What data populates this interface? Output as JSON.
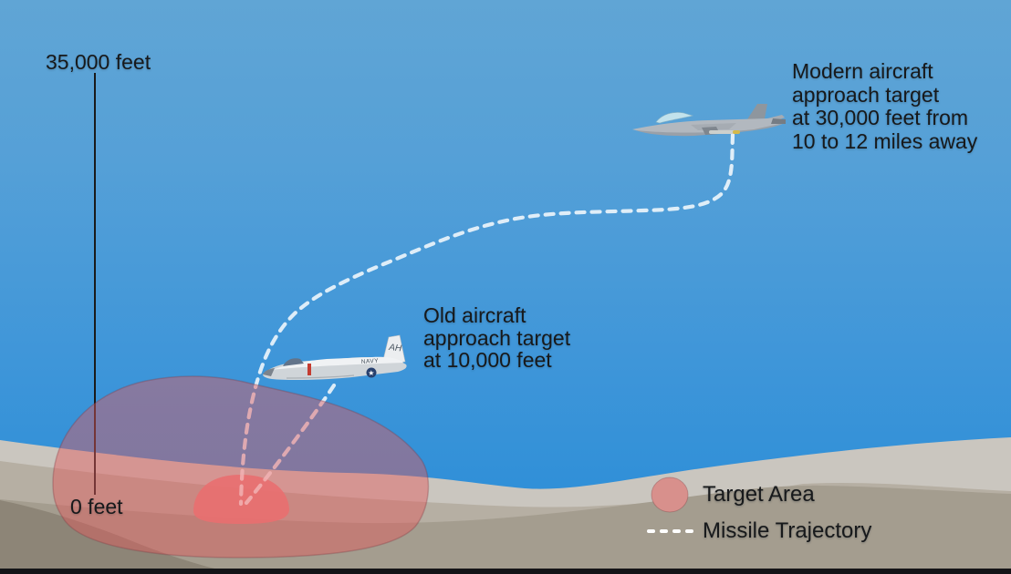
{
  "diagram": {
    "altitude_axis": {
      "top_label": "35,000 feet",
      "bottom_label": "0 feet"
    },
    "annotations": {
      "modern_aircraft": {
        "lines": [
          "Modern aircraft",
          "approach target",
          "at 30,000 feet from",
          "10 to 12 miles away"
        ]
      },
      "old_aircraft": {
        "lines": [
          "Old aircraft",
          "approach target",
          "at 10,000 feet"
        ]
      }
    },
    "aircraft": {
      "modern": {
        "type": "modern-fighter-jet"
      },
      "old": {
        "type": "old-attack-jet",
        "tail_marking": "AH",
        "fuselage_marking": "NAVY"
      }
    },
    "legend": {
      "items": [
        {
          "id": "target-area",
          "label": "Target Area",
          "swatch_color": "#d8908c"
        },
        {
          "id": "missile-trajectory",
          "label": "Missile Trajectory",
          "swatch_color": "#ffffff"
        }
      ]
    },
    "colors": {
      "sky_top": "#60a5d5",
      "sky_bottom": "#2f8ed6",
      "terrain_light": "#cac6bf",
      "terrain_medium": "#b6afa3",
      "terrain_main": "#a49d8f",
      "terrain_dark": "#8d8577",
      "target_area_overlay": "rgba(226,88,92,0.45)",
      "target_area_inner": "#ee8181",
      "trajectory": "rgba(255,255,255,0.82)",
      "text": "#17191b"
    }
  }
}
